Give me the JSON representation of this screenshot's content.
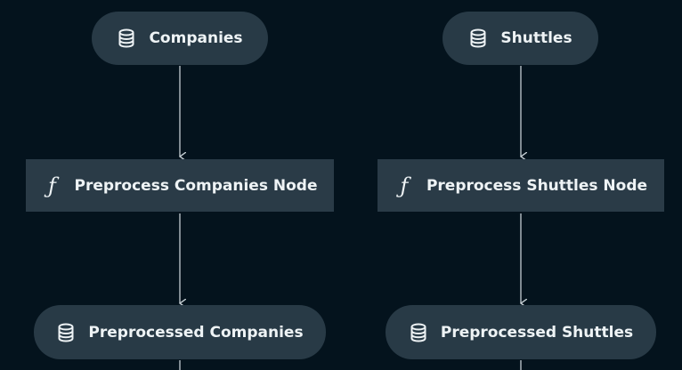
{
  "nodes": {
    "companies": {
      "label": "Companies",
      "kind": "dataset",
      "icon": "database-icon"
    },
    "shuttles": {
      "label": "Shuttles",
      "kind": "dataset",
      "icon": "database-icon"
    },
    "preprocess_companies_node": {
      "label": "Preprocess Companies Node",
      "kind": "task",
      "icon": "function-icon"
    },
    "preprocess_shuttles_node": {
      "label": "Preprocess Shuttles Node",
      "kind": "task",
      "icon": "function-icon"
    },
    "preprocessed_companies": {
      "label": "Preprocessed Companies",
      "kind": "dataset",
      "icon": "database-icon"
    },
    "preprocessed_shuttles": {
      "label": "Preprocessed Shuttles",
      "kind": "dataset",
      "icon": "database-icon"
    }
  },
  "icons": {
    "function_glyph": "ƒ"
  },
  "edges": [
    {
      "from": "companies",
      "to": "preprocess_companies_node"
    },
    {
      "from": "preprocess_companies_node",
      "to": "preprocessed_companies"
    },
    {
      "from": "shuttles",
      "to": "preprocess_shuttles_node"
    },
    {
      "from": "preprocess_shuttles_node",
      "to": "preprocessed_shuttles"
    }
  ],
  "colors": {
    "background": "#04131d",
    "node_fill": "#283a46",
    "text": "#eef3f5",
    "edge": "#c3ccd1"
  }
}
